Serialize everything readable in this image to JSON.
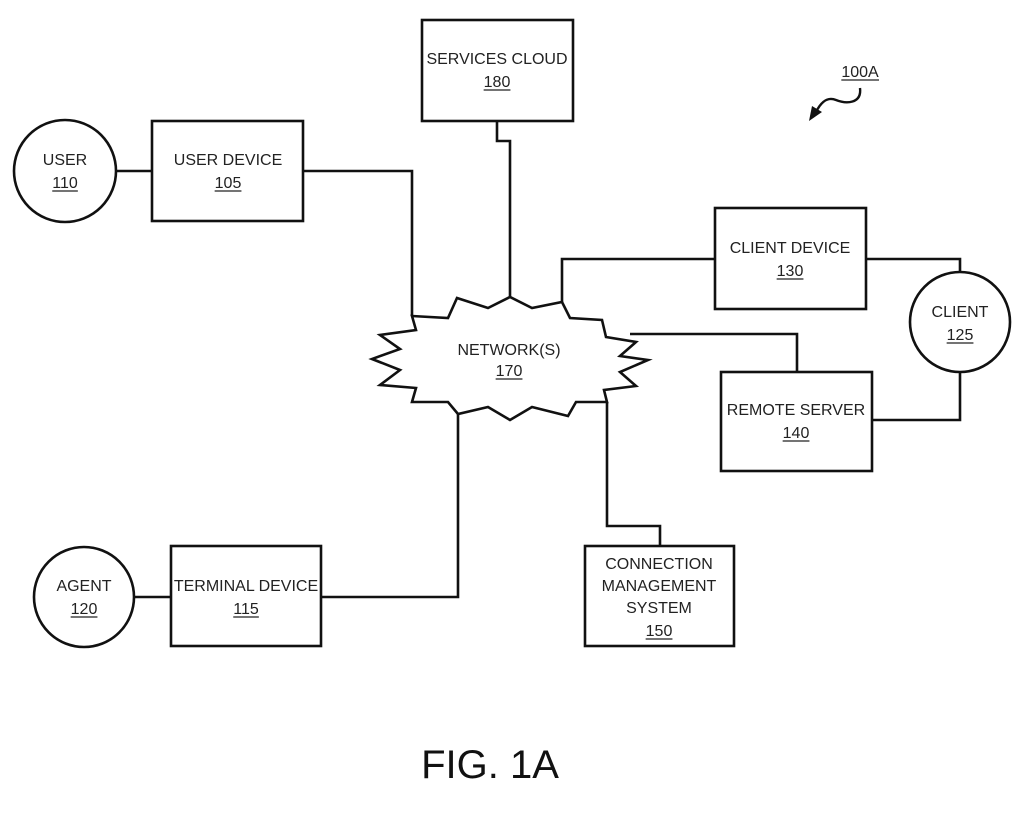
{
  "diagram": {
    "figure_ref": "100A",
    "caption": "FIG. 1A",
    "nodes": {
      "services_cloud": {
        "label": "SERVICES CLOUD",
        "ref": "180",
        "shape": "box"
      },
      "user": {
        "label": "USER",
        "ref": "110",
        "shape": "circle"
      },
      "user_device": {
        "label": "USER DEVICE",
        "ref": "105",
        "shape": "box"
      },
      "network": {
        "label": "NETWORK(S)",
        "ref": "170",
        "shape": "cloud"
      },
      "client_device": {
        "label": "CLIENT DEVICE",
        "ref": "130",
        "shape": "box"
      },
      "client": {
        "label": "CLIENT",
        "ref": "125",
        "shape": "circle"
      },
      "remote_server": {
        "label": "REMOTE SERVER",
        "ref": "140",
        "shape": "box"
      },
      "agent": {
        "label": "AGENT",
        "ref": "120",
        "shape": "circle"
      },
      "terminal_device": {
        "label": "TERMINAL DEVICE",
        "ref": "115",
        "shape": "box"
      },
      "cms": {
        "label_lines": [
          "CONNECTION",
          "MANAGEMENT",
          "SYSTEM"
        ],
        "ref": "150",
        "shape": "box"
      }
    },
    "edges": [
      {
        "from": "user",
        "to": "user_device"
      },
      {
        "from": "user_device",
        "to": "network"
      },
      {
        "from": "services_cloud",
        "to": "network"
      },
      {
        "from": "client_device",
        "to": "network"
      },
      {
        "from": "client_device",
        "to": "client"
      },
      {
        "from": "client",
        "to": "remote_server"
      },
      {
        "from": "remote_server",
        "to": "network"
      },
      {
        "from": "agent",
        "to": "terminal_device"
      },
      {
        "from": "terminal_device",
        "to": "network"
      },
      {
        "from": "cms",
        "to": "network"
      }
    ]
  }
}
